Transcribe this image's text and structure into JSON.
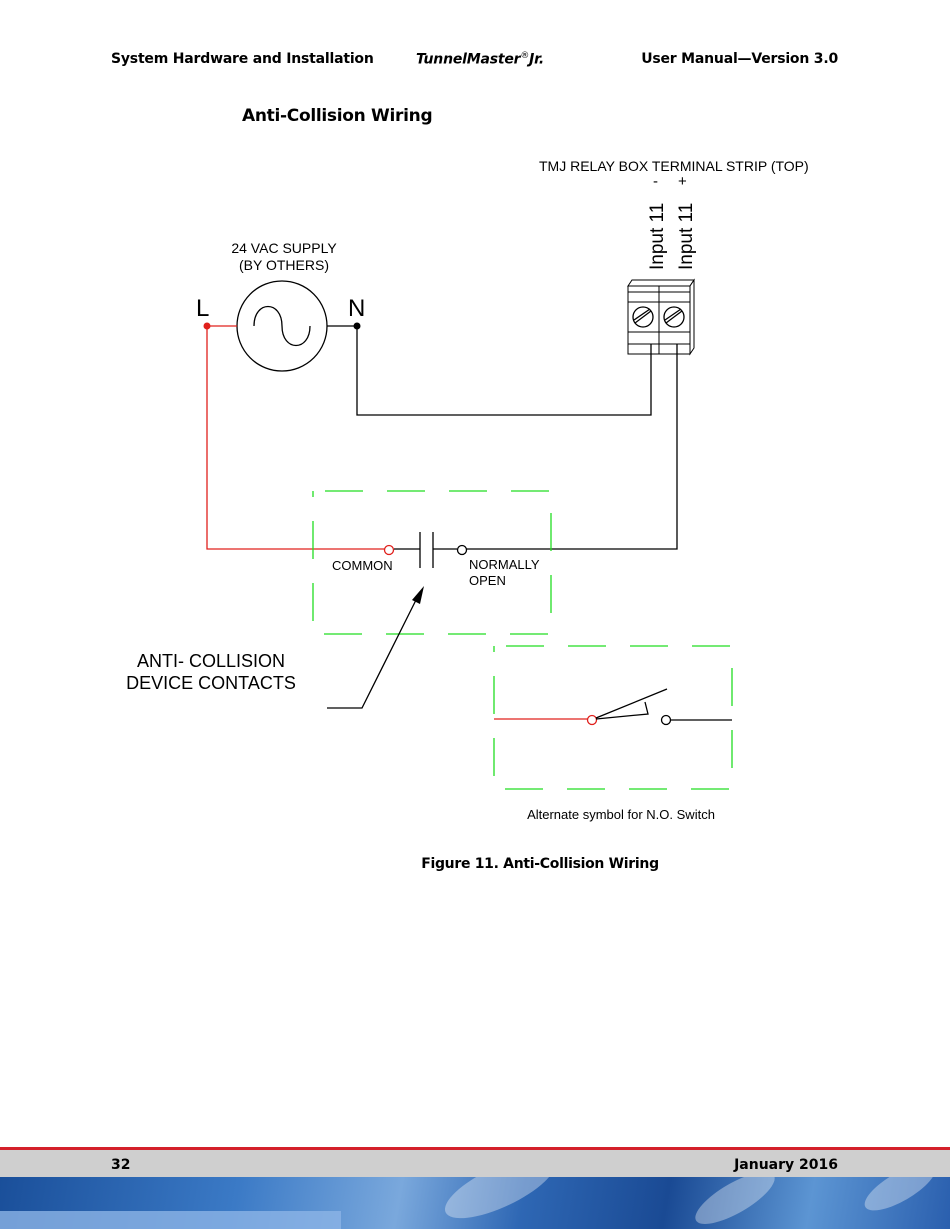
{
  "header": {
    "left": "System Hardware and Installation",
    "center_brand": "TunnelMaster",
    "center_reg": "®",
    "center_suffix": "Jr.",
    "right": "User Manual—Version 3.0"
  },
  "section_title": "Anti-Collision Wiring",
  "diagram": {
    "terminal_strip_label": "TMJ RELAY BOX TERMINAL STRIP (TOP)",
    "terminal_minus": "-",
    "terminal_plus": "+",
    "terminal_input_1": "Input 11",
    "terminal_input_2": "Input 11",
    "supply_line1": "24 VAC SUPPLY",
    "supply_line2": "(BY OTHERS)",
    "label_L": "L",
    "label_N": "N",
    "common_label": "COMMON",
    "no_line1": "NORMALLY",
    "no_line2": "OPEN",
    "device_line1": "ANTI- COLLISION",
    "device_line2": "DEVICE CONTACTS",
    "alternate_label": "Alternate symbol for N.O. Switch",
    "colors": {
      "live_wire": "#e0201c",
      "device_box": "#22dd22",
      "wire": "#000000"
    }
  },
  "caption": "Figure 11. Anti-Collision Wiring",
  "footer": {
    "page_number": "32",
    "date": "January 2016"
  }
}
